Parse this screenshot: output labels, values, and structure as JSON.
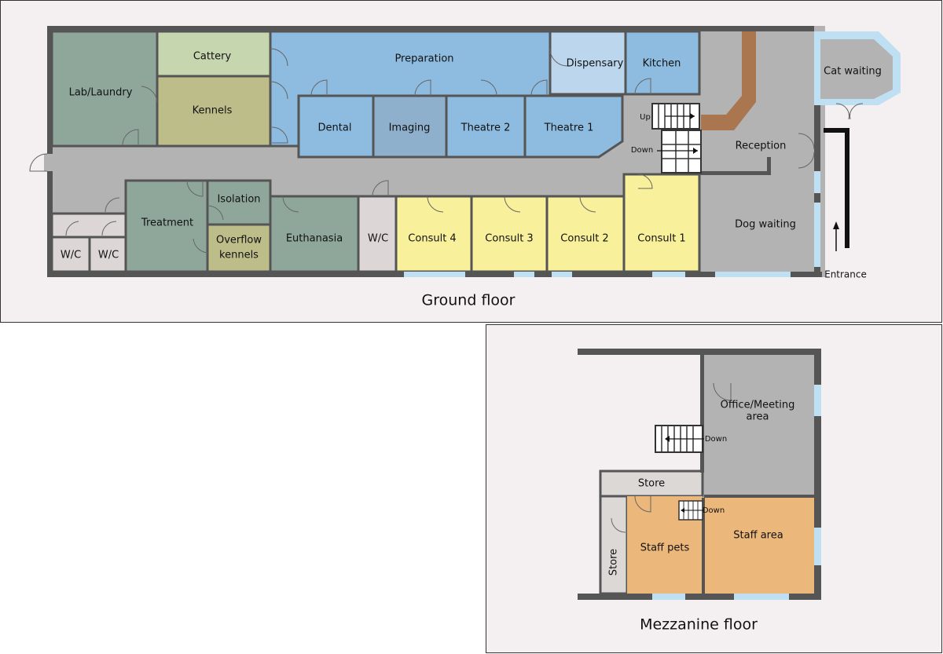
{
  "colors": {
    "panel_bg": "#f4f0f2",
    "wall": "#555555",
    "corridor": "#b3b3b3",
    "green_grey": "#8fa79a",
    "cattery": "#c6d6ae",
    "kennels": "#bdbd8a",
    "blue": "#8dbce0",
    "imaging": "#8fb0cc",
    "dispensary": "#bcd6ee",
    "yellow": "#f8f09a",
    "wc": "#ddd6d6",
    "window": "#bfe0f2",
    "orange": "#ecb77b",
    "store": "#dcd8d6",
    "ramp": "#a9764f"
  },
  "ground": {
    "caption": "Ground floor",
    "rooms": {
      "lab_laundry": "Lab/Laundry",
      "cattery": "Cattery",
      "kennels": "Kennels",
      "preparation": "Preparation",
      "dispensary": "Dispensary",
      "kitchen": "Kitchen",
      "cat_waiting": "Cat waiting",
      "dental": "Dental",
      "imaging": "Imaging",
      "theatre2": "Theatre 2",
      "theatre1": "Theatre 1",
      "reception": "Reception",
      "dog_waiting": "Dog waiting",
      "treatment": "Treatment",
      "isolation": "Isolation",
      "overflow1": "Overflow",
      "overflow2": "kennels",
      "euthanasia": "Euthanasia",
      "wc": "W/C",
      "consult4": "Consult 4",
      "consult3": "Consult 3",
      "consult2": "Consult 2",
      "consult1": "Consult 1"
    },
    "stairs_up": "Up",
    "stairs_down": "Down",
    "entrance": "Entrance"
  },
  "mezzanine": {
    "caption": "Mezzanine floor",
    "rooms": {
      "office1": "Office/Meeting",
      "office2": "area",
      "store_top": "Store",
      "store_side": "Store",
      "staff_pets": "Staff pets",
      "staff_area": "Staff area"
    },
    "stairs_down": "Down"
  }
}
